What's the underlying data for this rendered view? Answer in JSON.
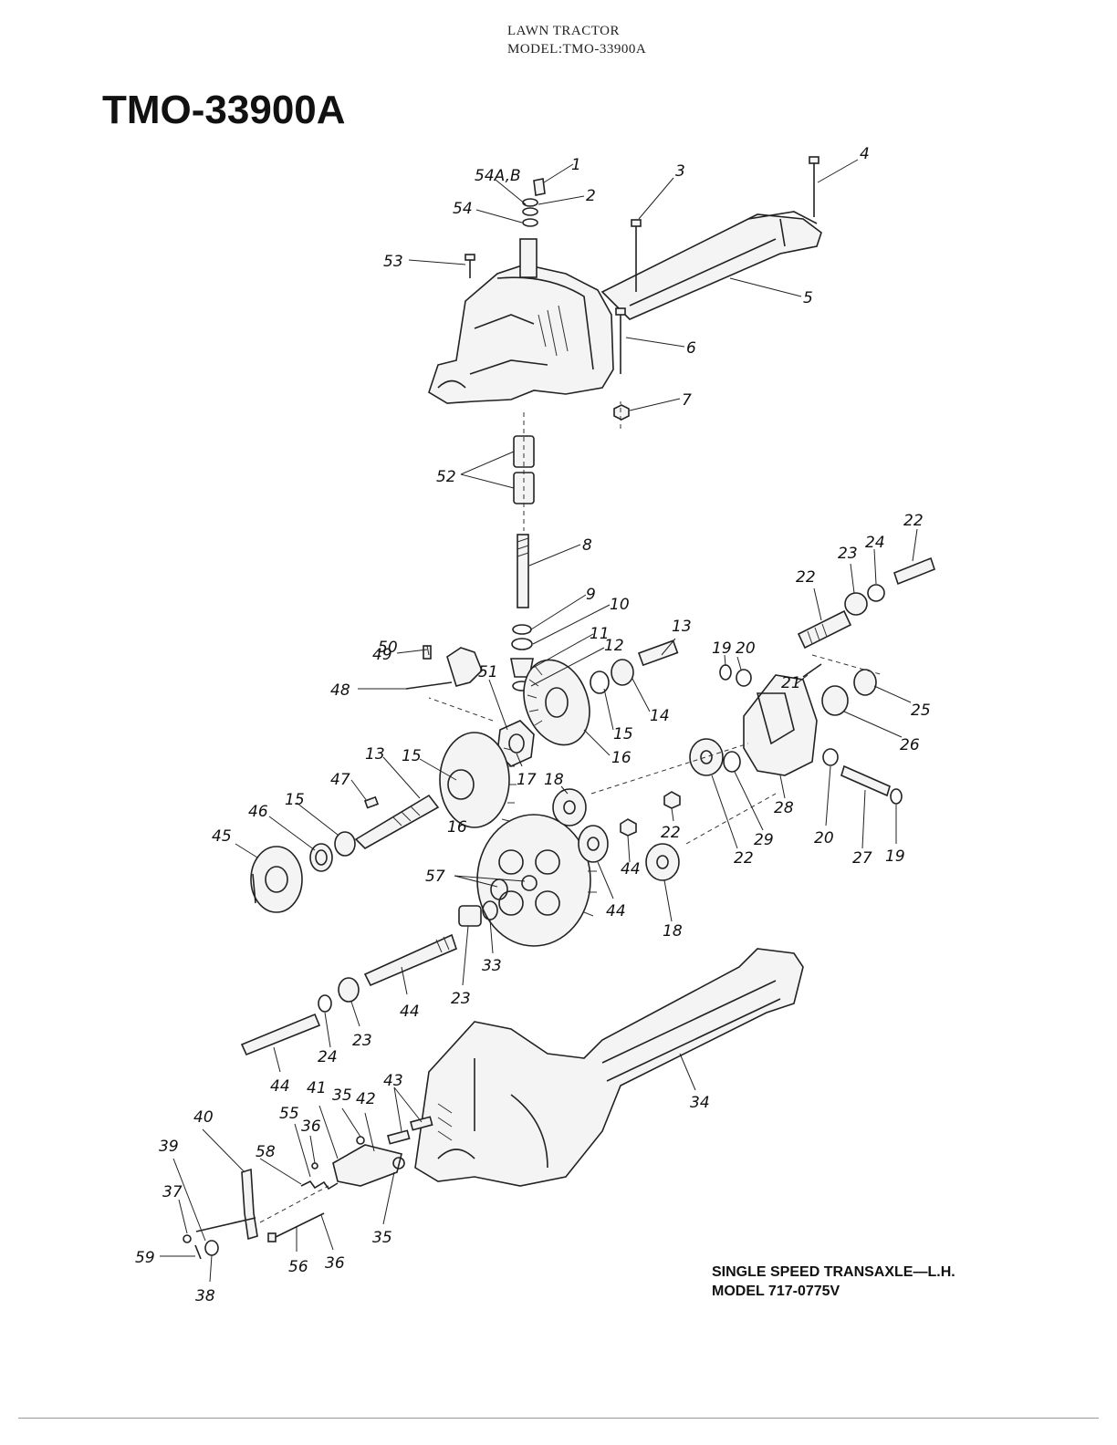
{
  "header": {
    "line1": "LAWN TRACTOR",
    "line2": "MODEL:TMO-33900A"
  },
  "title": "TMO-33900A",
  "caption": {
    "line1": "SINGLE SPEED TRANSAXLE—L.H.",
    "line2": "MODEL 717-0775V"
  },
  "callouts": {
    "p1": "1",
    "p2": "2",
    "p3": "3",
    "p4": "4",
    "p5": "5",
    "p6": "6",
    "p7": "7",
    "p8": "8",
    "p9": "9",
    "p10": "10",
    "p11": "11",
    "p12": "12",
    "p13a": "13",
    "p13b": "13",
    "p14": "14",
    "p15a": "15",
    "p15b": "15",
    "p15c": "15",
    "p16a": "16",
    "p16b": "16",
    "p17": "17",
    "p18a": "18",
    "p18b": "18",
    "p19a": "19",
    "p19b": "19",
    "p20a": "20",
    "p20b": "20",
    "p21": "21",
    "p22a": "22",
    "p22b": "22",
    "p22c": "22",
    "p22d": "22",
    "p23a": "23",
    "p23b": "23",
    "p23c": "23",
    "p24a": "24",
    "p24b": "24",
    "p25": "25",
    "p26": "26",
    "p27": "27",
    "p28": "28",
    "p29": "29",
    "p33": "33",
    "p34": "34",
    "p35a": "35",
    "p35b": "35",
    "p36a": "36",
    "p36b": "36",
    "p37": "37",
    "p38": "38",
    "p39": "39",
    "p40": "40",
    "p41": "41",
    "p42": "42",
    "p43": "43",
    "p44a": "44",
    "p44b": "44",
    "p44c": "44",
    "p44d": "44",
    "p45": "45",
    "p46": "46",
    "p47": "47",
    "p48": "48",
    "p49": "49",
    "p50": "50",
    "p51": "51",
    "p52": "52",
    "p53": "53",
    "p54": "54",
    "p54ab": "54A,B",
    "p55": "55",
    "p56": "56",
    "p57": "57",
    "p58": "58",
    "p59": "59"
  }
}
